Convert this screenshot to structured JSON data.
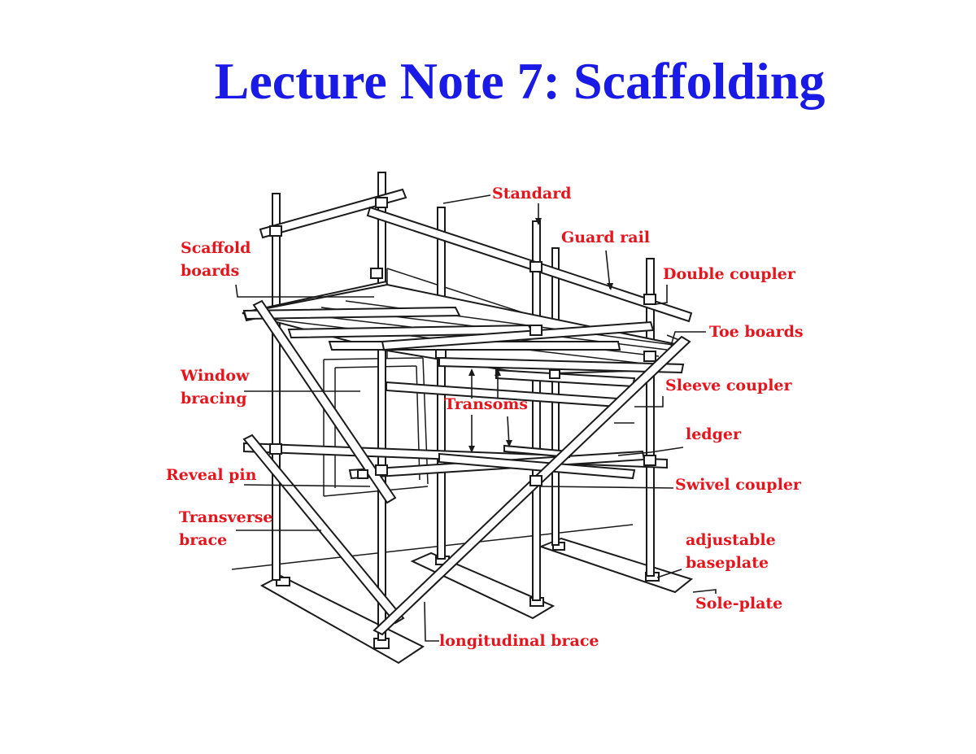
{
  "title": "Lecture Note 7: Scaffolding",
  "labels": {
    "standard": "Standard",
    "guard_rail": "Guard rail",
    "scaffold_boards_1": "Scaffold",
    "scaffold_boards_2": "boards",
    "double_coupler": "Double coupler",
    "toe_boards": "Toe boards",
    "window_bracing_1": "Window",
    "window_bracing_2": "bracing",
    "sleeve_coupler": "Sleeve coupler",
    "transoms": "Transoms",
    "ledger": "ledger",
    "reveal_pin": "Reveal pin",
    "swivel_coupler": "Swivel coupler",
    "transverse_brace_1": "Transverse",
    "transverse_brace_2": "brace",
    "adjustable_baseplate_1": "adjustable",
    "adjustable_baseplate_2": "baseplate",
    "sole_plate": "Sole-plate",
    "longitudinal_brace": "longitudinal brace"
  },
  "colors": {
    "title": "#1a1ae6",
    "labels": "#e8141c",
    "lines": "#1a1a1a"
  }
}
